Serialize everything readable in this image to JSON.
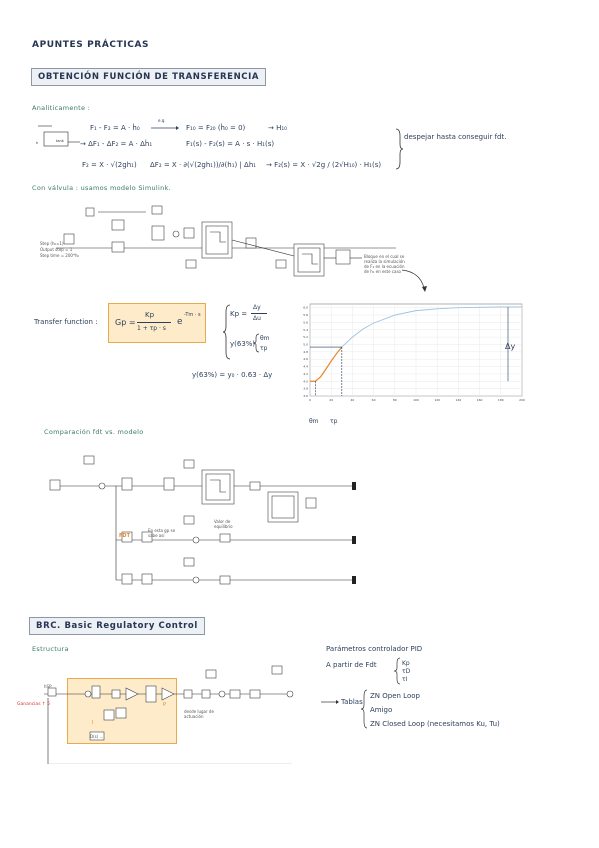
{
  "title": "APUNTES PRÁCTICAS",
  "section1": {
    "banner": "OBTENCIÓN FUNCIÓN DE TRANSFERENCIA",
    "subtitle": "Analiticamente :",
    "eq1": "F₁ - F₂ = A · ḣ₀",
    "eq1_arrow": "e.q.",
    "eq1_b": "F₁₀ = F₂₀  (ḣ₀ = 0)",
    "eq1_c": "→ H₁₀",
    "eq2": "→ ΔF₁ - ΔF₂ = A · Δḣ₁",
    "eq2_b": "F₁(s) - F₂(s) = A · s · H₁(s)",
    "eq3": "F₂ = X · √(2gh₁)",
    "eq3_b": "ΔF₂ = X · ∂(√(2gh₁))/∂(h₁) | Δh₁",
    "eq3_c": "→ F₂(s) = X · √2g / (2√H₁₀) · H₁(s)",
    "note": "despejar hasta conseguir  fdt.",
    "tank_label": "tank",
    "h_label": "h"
  },
  "section2": {
    "subtitle": "Con válvula : usamos modelo Simulink.",
    "diag_note": "Bloque en el cual se realiza la simulación de F₂ en la ecuación de h₁ en este caso",
    "small_labels": [
      "Step (h₀=1)",
      "Output step = 1",
      "Step time = 200*h₀"
    ]
  },
  "section3": {
    "label": "Transfer function :",
    "formula_gp": "Gp =",
    "formula_num": "Kp",
    "formula_den": "1 + τp · s",
    "formula_exp": "e",
    "formula_exp_sup": "-Tm · s",
    "kp_eq_lhs": "Kp =",
    "kp_num": "Δy",
    "kp_den": "Δu",
    "y63": "y(63%)",
    "tm": "θm",
    "tp": "τp",
    "y63_eq": "y(63%) = y₀ · 0.63 · Δy",
    "delta_y": "Δy",
    "axis_tm": "θm",
    "axis_tp": "τp"
  },
  "chart_data": {
    "type": "line",
    "title": "",
    "xlabel": "",
    "ylabel": "",
    "xlim": [
      0,
      200
    ],
    "ylim": [
      3.6,
      6.1
    ],
    "x_ticks": [
      0,
      20,
      40,
      60,
      80,
      100,
      120,
      140,
      160,
      180,
      200
    ],
    "y_ticks": [
      3.6,
      3.8,
      4.0,
      4.2,
      4.4,
      4.6,
      4.8,
      5.0,
      5.2,
      5.4,
      5.6,
      5.8,
      6.0
    ],
    "grid": true,
    "series": [
      {
        "x": [
          0,
          5,
          10,
          15,
          20,
          25,
          30,
          40,
          50,
          60,
          80,
          100,
          120,
          140,
          160,
          180,
          200
        ],
        "y": [
          4.0,
          4.0,
          4.12,
          4.33,
          4.55,
          4.75,
          4.93,
          5.2,
          5.42,
          5.58,
          5.8,
          5.92,
          5.97,
          6.0,
          6.01,
          6.02,
          6.02
        ],
        "color": "#9cc3e0"
      }
    ],
    "highlight": {
      "x": [
        0,
        5,
        10,
        15,
        20,
        25,
        30
      ],
      "y": [
        4.0,
        4.0,
        4.12,
        4.33,
        4.55,
        4.75,
        4.93
      ],
      "color": "#e8872a"
    },
    "y63_value": 4.93,
    "tm_value": 5,
    "tp_value": 30
  },
  "section4": {
    "subtitle": "Comparación  fdt  vs.  modelo",
    "fdt_label": "FDT",
    "note1": "En esta gp se sabe así",
    "note2": "Valor de equilibrio"
  },
  "section5": {
    "banner": "BRC. Basic Regulatory Control",
    "subtitle": "Estructura",
    "red_label": "Ganancias ↑ 5",
    "sp_label": "hSP",
    "i_label": "I",
    "p_label": "P",
    "dl_label": "D(s) ...",
    "annotation": "desde lugar de actuación",
    "params_title": "Parámetros controlador PID",
    "from_fdt": "A partir de  Fdt",
    "kp": "Kp",
    "td": "τD",
    "ti": "τI",
    "tables_label": "Tablas",
    "table1": "ZN Open Loop",
    "table2": "Amigo",
    "table3": "ZN Closed Loop   (necesitamos  Ku, Tu)"
  }
}
